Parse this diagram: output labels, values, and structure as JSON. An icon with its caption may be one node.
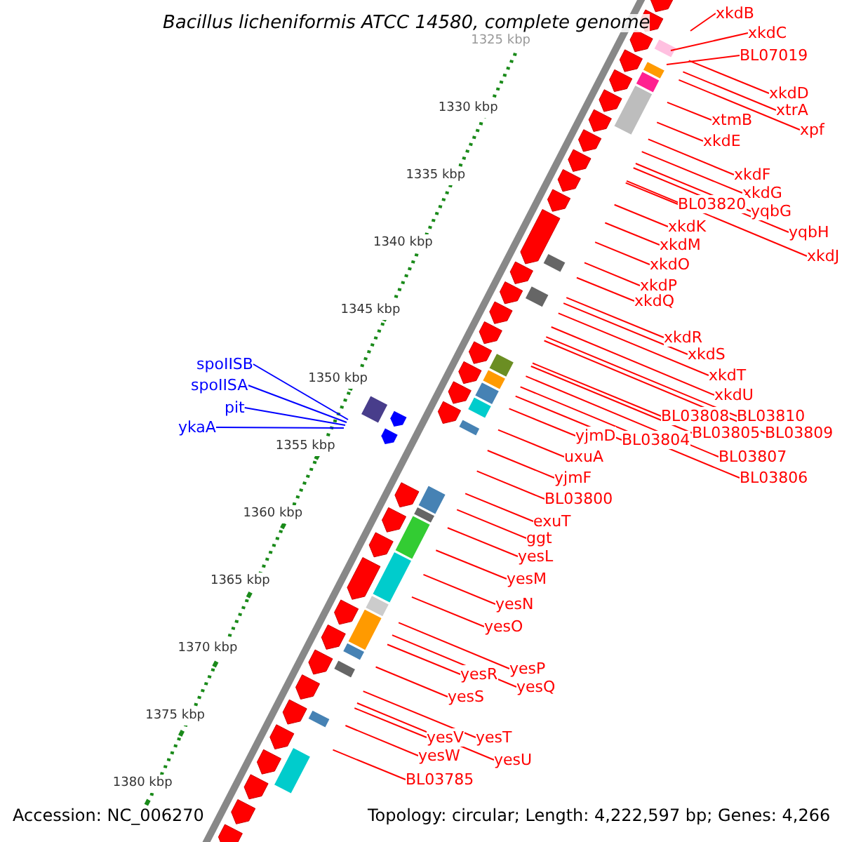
{
  "diagram": {
    "title": "Bacillus licheniformis ATCC 14580, complete genome",
    "nodes": [
      {
        "text": [
          "xkdB"
        ]
      },
      {
        "text": [
          "xkdC"
        ]
      },
      {
        "text": [
          "BL07019"
        ]
      },
      {
        "text": [
          "xkdD"
        ]
      },
      {
        "text": [
          "xtrA"
        ]
      },
      {
        "text": [
          "xpf"
        ]
      },
      {
        "text": [
          "xtmB"
        ]
      },
      {
        "text": [
          "xkdE"
        ]
      },
      {
        "text": [
          "xkdF"
        ]
      },
      {
        "text": [
          "xkdG"
        ]
      },
      {
        "text": [
          "BL03820"
        ]
      },
      {
        "text": [
          "yqbG"
        ]
      },
      {
        "text": [
          "yqbH"
        ]
      },
      {
        "text": [
          "xkdJ"
        ]
      },
      {
        "text": [
          "xkdK"
        ]
      },
      {
        "text": [
          "xkdM"
        ]
      },
      {
        "text": [
          "xkdO"
        ]
      },
      {
        "text": [
          "xkdP"
        ]
      },
      {
        "text": [
          "xkdQ"
        ]
      },
      {
        "text": [
          "xkdR"
        ]
      },
      {
        "text": [
          "xkdS"
        ]
      },
      {
        "text": [
          "xkdT"
        ]
      },
      {
        "text": [
          "xkdU"
        ]
      },
      {
        "text": [
          "BL03808"
        ]
      },
      {
        "text": [
          "BL03810"
        ]
      },
      {
        "text": [
          "yjmD"
        ]
      },
      {
        "text": [
          "BL03804"
        ]
      },
      {
        "text": [
          "BL03805"
        ]
      },
      {
        "text": [
          "BL03809"
        ]
      },
      {
        "text": [
          "BL03807"
        ]
      },
      {
        "text": [
          "uxuA"
        ]
      },
      {
        "text": [
          "BL03806"
        ]
      },
      {
        "text": [
          "yjmF"
        ]
      },
      {
        "text": [
          "BL03800"
        ]
      },
      {
        "text": [
          "exuT"
        ]
      },
      {
        "text": [
          "ggt"
        ]
      },
      {
        "text": [
          "yesL"
        ]
      },
      {
        "text": [
          "yesM"
        ]
      },
      {
        "text": [
          "yesN"
        ]
      },
      {
        "text": [
          "yesO"
        ]
      },
      {
        "text": [
          "yesP"
        ]
      },
      {
        "text": [
          "yesR"
        ]
      },
      {
        "text": [
          "yesQ"
        ]
      },
      {
        "text": [
          "yesS"
        ]
      },
      {
        "text": [
          "yesV"
        ]
      },
      {
        "text": [
          "yesT"
        ]
      },
      {
        "text": [
          "yesW"
        ]
      },
      {
        "text": [
          "yesU"
        ]
      },
      {
        "text": [
          "BL03785"
        ]
      },
      {
        "text": [
          "spoIISB"
        ]
      },
      {
        "text": [
          "spoIISA"
        ]
      },
      {
        "text": [
          "pit"
        ]
      },
      {
        "text": [
          "ykaA"
        ]
      }
    ],
    "edges": [
      {
        "from": 0,
        "to": null,
        "arrow": "none"
      },
      {
        "from": 1,
        "to": null,
        "arrow": "none"
      },
      {
        "from": 2,
        "to": null,
        "arrow": "none"
      },
      {
        "from": 3,
        "to": null,
        "arrow": "none"
      },
      {
        "from": 4,
        "to": null,
        "arrow": "none"
      },
      {
        "from": 5,
        "to": null,
        "arrow": "none"
      },
      {
        "from": 6,
        "to": null,
        "arrow": "none"
      },
      {
        "from": 7,
        "to": null,
        "arrow": "none"
      },
      {
        "from": 8,
        "to": null,
        "arrow": "none"
      },
      {
        "from": 9,
        "to": null,
        "arrow": "none"
      },
      {
        "from": 10,
        "to": null,
        "arrow": "none"
      },
      {
        "from": 11,
        "to": null,
        "arrow": "none"
      },
      {
        "from": 12,
        "to": null,
        "arrow": "none"
      },
      {
        "from": 13,
        "to": null,
        "arrow": "none"
      },
      {
        "from": 14,
        "to": null,
        "arrow": "none"
      },
      {
        "from": 15,
        "to": null,
        "arrow": "none"
      },
      {
        "from": 16,
        "to": null,
        "arrow": "none"
      },
      {
        "from": 17,
        "to": null,
        "arrow": "none"
      },
      {
        "from": 18,
        "to": null,
        "arrow": "none"
      },
      {
        "from": 19,
        "to": null,
        "arrow": "none"
      },
      {
        "from": 20,
        "to": null,
        "arrow": "none"
      },
      {
        "from": 21,
        "to": null,
        "arrow": "none"
      },
      {
        "from": 22,
        "to": null,
        "arrow": "none"
      },
      {
        "from": 23,
        "to": null,
        "arrow": "none"
      },
      {
        "from": 24,
        "to": null,
        "arrow": "none"
      },
      {
        "from": 25,
        "to": null,
        "arrow": "none"
      },
      {
        "from": 26,
        "to": null,
        "arrow": "none"
      },
      {
        "from": 27,
        "to": null,
        "arrow": "none"
      },
      {
        "from": 28,
        "to": null,
        "arrow": "none"
      },
      {
        "from": 29,
        "to": null,
        "arrow": "none"
      },
      {
        "from": 30,
        "to": null,
        "arrow": "none"
      },
      {
        "from": 31,
        "to": null,
        "arrow": "none"
      },
      {
        "from": 32,
        "to": null,
        "arrow": "none"
      },
      {
        "from": 33,
        "to": null,
        "arrow": "none"
      },
      {
        "from": 34,
        "to": null,
        "arrow": "none"
      },
      {
        "from": 35,
        "to": null,
        "arrow": "none"
      },
      {
        "from": 36,
        "to": null,
        "arrow": "none"
      },
      {
        "from": 37,
        "to": null,
        "arrow": "none"
      },
      {
        "from": 38,
        "to": null,
        "arrow": "none"
      },
      {
        "from": 39,
        "to": null,
        "arrow": "none"
      },
      {
        "from": 40,
        "to": null,
        "arrow": "none"
      },
      {
        "from": 41,
        "to": null,
        "arrow": "none"
      },
      {
        "from": 42,
        "to": null,
        "arrow": "none"
      },
      {
        "from": 43,
        "to": null,
        "arrow": "none"
      },
      {
        "from": 44,
        "to": null,
        "arrow": "none"
      },
      {
        "from": 45,
        "to": null,
        "arrow": "none"
      },
      {
        "from": 46,
        "to": null,
        "arrow": "none"
      },
      {
        "from": 47,
        "to": null,
        "arrow": "none"
      },
      {
        "from": 48,
        "to": null,
        "arrow": "none"
      },
      {
        "from": 49,
        "to": null,
        "arrow": "none",
        "color": "#0000ff"
      },
      {
        "from": 50,
        "to": null,
        "arrow": "none",
        "color": "#0000ff"
      },
      {
        "from": 51,
        "to": null,
        "arrow": "none",
        "color": "#0000ff"
      },
      {
        "from": 52,
        "to": null,
        "arrow": "none",
        "color": "#0000ff"
      }
    ],
    "labels": [
      "1325 kbp",
      "1330 kbp",
      "1335 kbp",
      "1340 kbp",
      "1345 kbp",
      "1350 kbp",
      "1355 kbp",
      "1360 kbp",
      "1365 kbp",
      "1370 kbp",
      "1375 kbp",
      "1380 kbp",
      "Accession: NC_006270",
      "Topology: circular; Length: 4,222,597 bp; Genes: 4,266"
    ]
  }
}
